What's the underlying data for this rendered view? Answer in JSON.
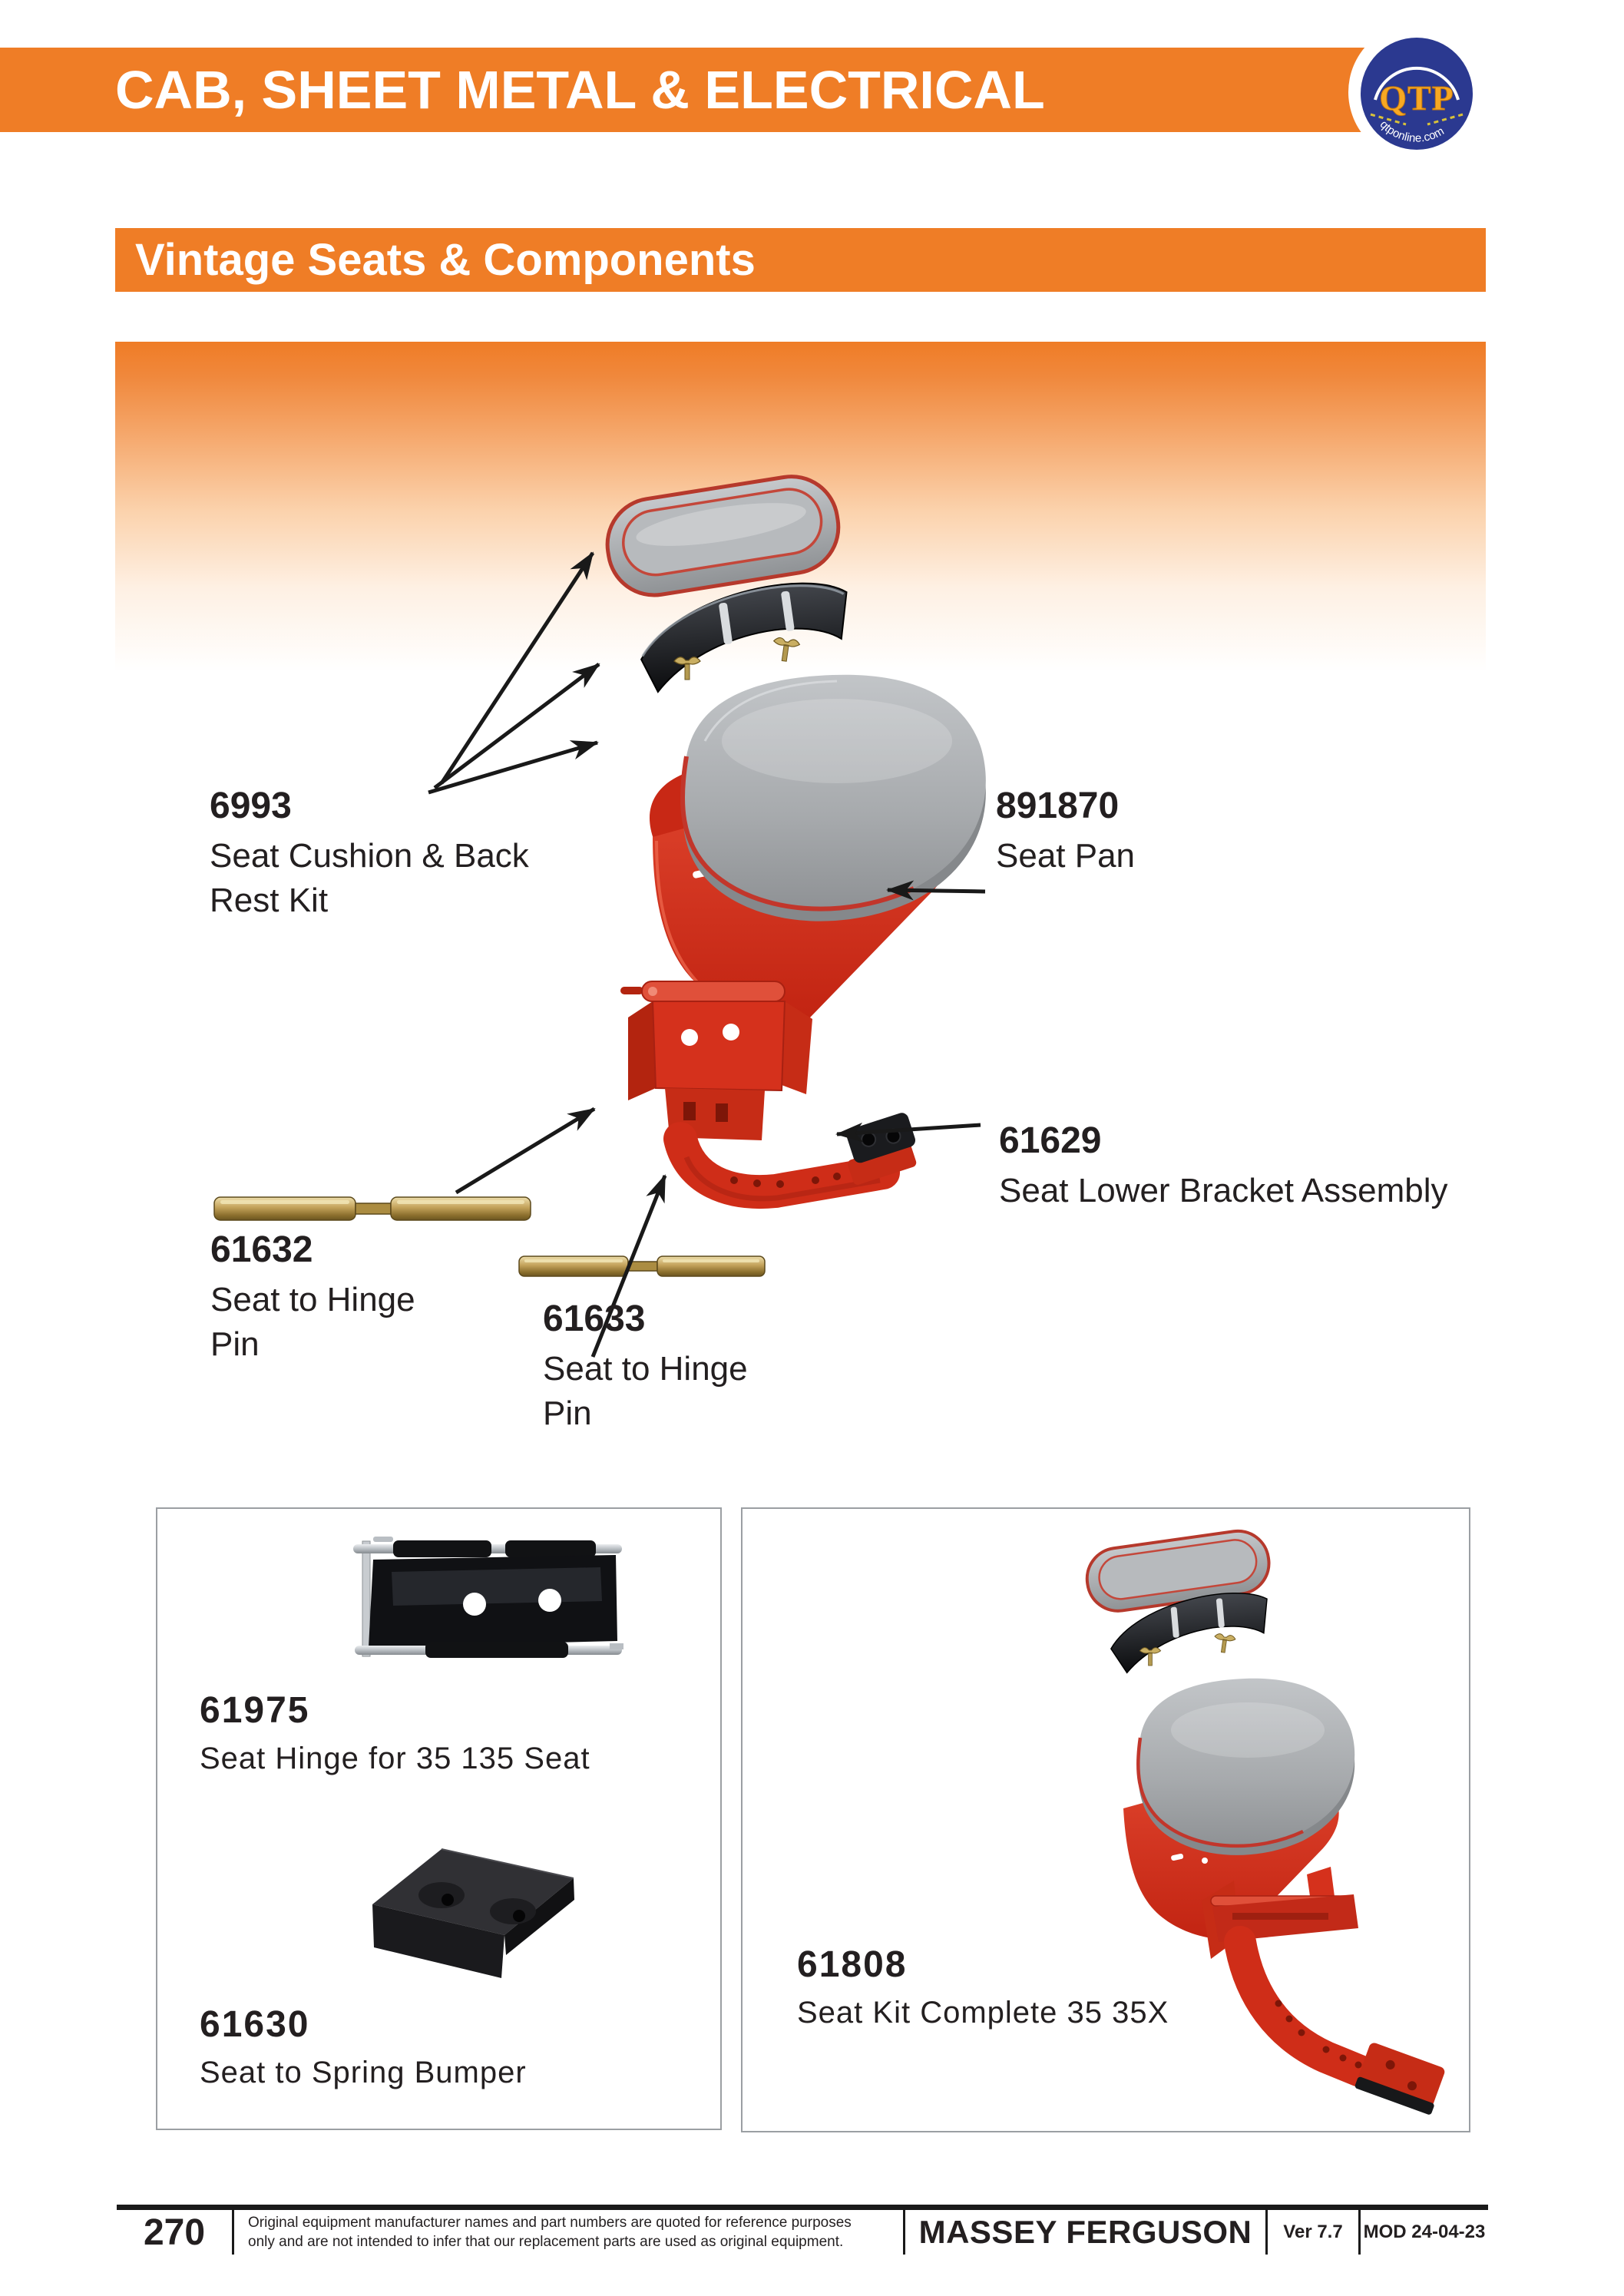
{
  "header": {
    "title": "CAB, SHEET METAL & ELECTRICAL",
    "logo": {
      "abbr": "QTP",
      "site": "qtponline.com"
    }
  },
  "section": {
    "title": "Vintage Seats & Components"
  },
  "diagram": {
    "labels": [
      {
        "number": "6993",
        "lines": [
          "Seat Cushion & Back",
          "Rest Kit"
        ]
      },
      {
        "number": "891870",
        "lines": [
          "Seat Pan"
        ]
      },
      {
        "number": "61629",
        "lines": [
          "Seat Lower Bracket Assembly"
        ]
      },
      {
        "number": "61632",
        "lines": [
          "Seat to Hinge",
          "Pin"
        ]
      },
      {
        "number": "61633",
        "lines": [
          "Seat to Hinge",
          "Pin"
        ]
      }
    ]
  },
  "boxes": {
    "left": {
      "items": [
        {
          "number": "61975",
          "desc": "Seat Hinge for 35 135 Seat"
        },
        {
          "number": "61630",
          "desc": "Seat to Spring Bumper"
        }
      ]
    },
    "right": {
      "items": [
        {
          "number": "61808",
          "desc": "Seat Kit Complete 35 35X"
        }
      ]
    }
  },
  "footer": {
    "page": "270",
    "disclaimer_line1": "Original equipment manufacturer names and part numbers are quoted for reference purposes",
    "disclaimer_line2": "only and are not intended to infer that our replacement parts are used as original equipment.",
    "brand": "MASSEY FERGUSON",
    "version": "Ver 7.7",
    "mod": "MOD 24-04-23"
  },
  "colors": {
    "accent_orange": "#ef7d26",
    "part_red": "#d5311c",
    "logo_navy": "#2b3990",
    "brass": "#c3a25a",
    "cushion_gray": "#aab0b4",
    "text": "#231f20"
  }
}
